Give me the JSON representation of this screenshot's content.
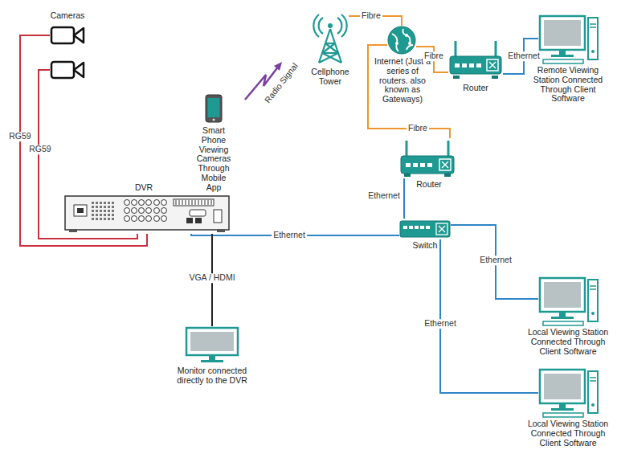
{
  "diagram": {
    "nodes": [
      {
        "text": [
          "Cameras"
        ]
      },
      {
        "text": []
      },
      {
        "text": [
          "Smart Phone Viewing Cameras Through Mobile App"
        ]
      },
      {
        "text": [
          "Cellphone Tower"
        ]
      },
      {
        "text": [
          "Internet (Just a series of routers. also known as Gateways)"
        ]
      },
      {
        "text": [
          "Router"
        ]
      },
      {
        "text": [
          "Remote Viewing Station Connected Through Client Software"
        ]
      },
      {
        "text": [
          "DVR"
        ]
      },
      {
        "text": [
          "Router"
        ]
      },
      {
        "text": [
          "Switch"
        ]
      },
      {
        "text": [
          "Monitor connected directly to the DVR"
        ]
      },
      {
        "text": [
          "Local Viewing Station Connected Through Client Software"
        ]
      },
      {
        "text": [
          "Local Viewing Station Connected Through Client Software"
        ]
      }
    ],
    "edges": [
      {
        "from": 0,
        "to": 7,
        "label": "RG59",
        "arrow": "none"
      },
      {
        "from": 1,
        "to": 7,
        "label": "RG59",
        "arrow": "none"
      },
      {
        "from": 3,
        "to": 4,
        "label": "Fibre",
        "arrow": "none"
      },
      {
        "from": 4,
        "to": 5,
        "label": "Fibre",
        "arrow": "none"
      },
      {
        "from": 5,
        "to": 6,
        "label": "Ethernet",
        "arrow": "none"
      },
      {
        "from": 4,
        "to": 8,
        "label": "Fibre",
        "arrow": "none"
      },
      {
        "from": 8,
        "to": 9,
        "label": "Ethernet",
        "arrow": "none"
      },
      {
        "from": 7,
        "to": 9,
        "label": "Ethernet",
        "arrow": "none"
      },
      {
        "from": 7,
        "to": 10,
        "label": "VGA / HDMI",
        "arrow": "none"
      },
      {
        "from": 9,
        "to": 11,
        "label": "Ethernet",
        "arrow": "none"
      },
      {
        "from": 9,
        "to": 12,
        "label": "Ethernet",
        "arrow": "none"
      }
    ],
    "labels": [
      "Radio Signal"
    ]
  }
}
